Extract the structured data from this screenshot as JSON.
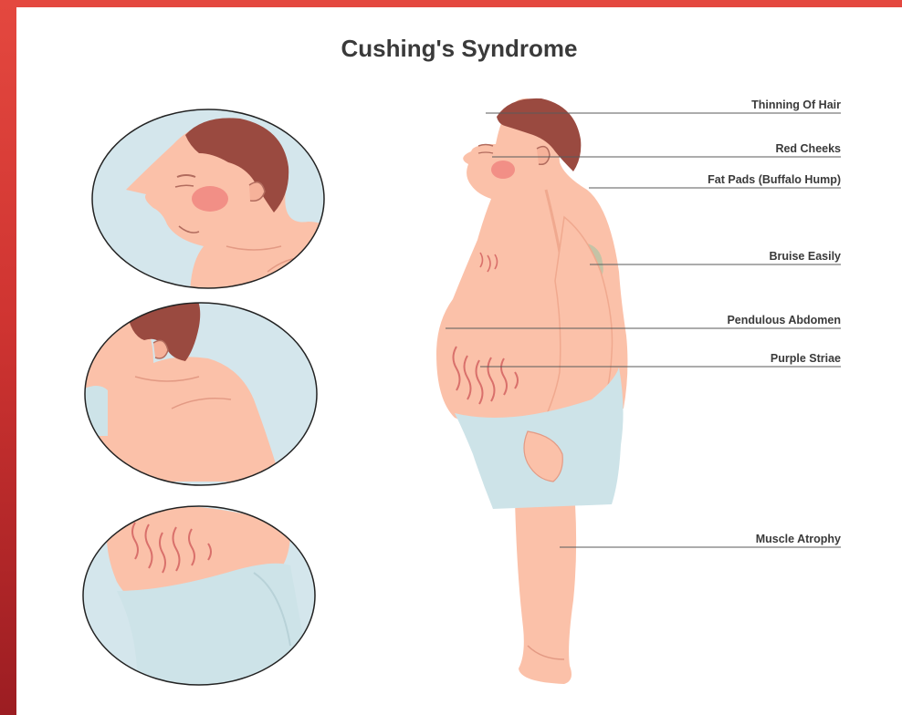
{
  "title": "Cushing's Syndrome",
  "colors": {
    "skin": "#fbc1a9",
    "skin_shadow": "#f0a98f",
    "hair": "#9a4a40",
    "blush": "#f28f86",
    "shorts": "#cde3e8",
    "circle_bg": "#d4e6ec",
    "bruise": "#c4c3a6",
    "striae": "#d9706b",
    "line": "#5a5a5a",
    "text": "#3a3a3a"
  },
  "labels": [
    {
      "id": "thinning-of-hair",
      "text": "Thinning Of Hair"
    },
    {
      "id": "red-cheeks",
      "text": "Red Cheeks"
    },
    {
      "id": "fat-pads",
      "text": "Fat Pads (Buffalo Hump)"
    },
    {
      "id": "bruise-easily",
      "text": "Bruise Easily"
    },
    {
      "id": "pendulous-abdomen",
      "text": "Pendulous Abdomen"
    },
    {
      "id": "purple-striae",
      "text": "Purple Striae"
    },
    {
      "id": "muscle-atrophy",
      "text": "Muscle Atrophy"
    }
  ]
}
